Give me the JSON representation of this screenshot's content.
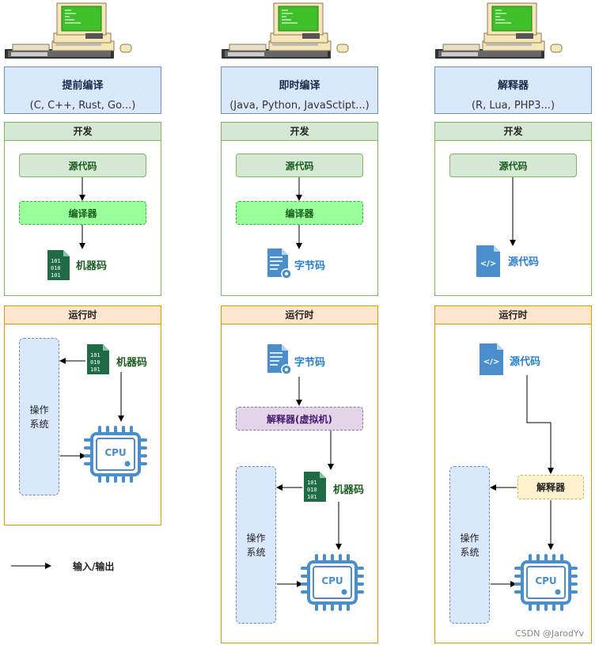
{
  "columns": [
    {
      "title": "提前编译",
      "subtitle": "(C, C++, Rust, Go...)",
      "dev_header": "开发",
      "dev_source": "源代码",
      "dev_compiler": "编译器",
      "dev_output": "机器码",
      "run_header": "运行时",
      "run_input": "机器码",
      "os_label": "操作\n系统",
      "cpu_label": "CPU"
    },
    {
      "title": "即时编译",
      "subtitle": "(Java, Python, JavaSctipt...)",
      "dev_header": "开发",
      "dev_source": "源代码",
      "dev_compiler": "编译器",
      "dev_output": "字节码",
      "run_header": "运行时",
      "run_input": "字节码",
      "run_vm": "解释器(虚拟机)",
      "run_machine": "机器码",
      "os_label": "操作\n系统",
      "cpu_label": "CPU"
    },
    {
      "title": "解释器",
      "subtitle": "(R, Lua, PHP3...)",
      "dev_header": "开发",
      "dev_source": "源代码",
      "dev_output": "源代码",
      "run_header": "运行时",
      "run_input": "源代码",
      "run_interp": "解释器",
      "os_label": "操作\n系统",
      "cpu_label": "CPU"
    }
  ],
  "legend": {
    "label": "输入/输出"
  },
  "binary_text": [
    "101",
    "010",
    "101"
  ],
  "code_glyph": "</>",
  "watermark": "CSDN @JarodYv",
  "colors": {
    "green": "#1b5e20",
    "blue": "#2a7fd0",
    "cpu": "#4a8fcc"
  }
}
